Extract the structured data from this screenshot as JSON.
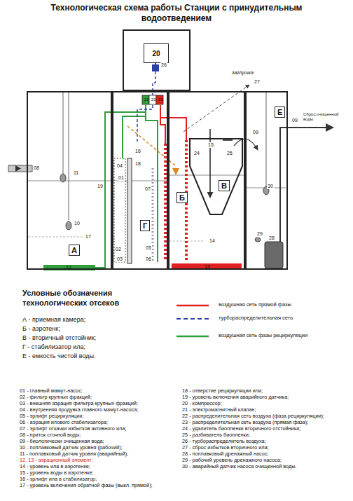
{
  "diagram": {
    "title": "Технологическая схема работы Станции с принудительным водоотведением",
    "nodes": [
      {
        "text": [
          "20"
        ]
      },
      {
        "text": [
          "А"
        ]
      },
      {
        "text": [
          "Г"
        ]
      },
      {
        "text": [
          "Б"
        ]
      },
      {
        "text": [
          "В"
        ],
        "in": 3
      },
      {
        "text": [
          "Е"
        ]
      }
    ],
    "labels": [
      "08",
      "11",
      "10",
      "17",
      "12",
      "04",
      "01",
      "02",
      "03",
      "16",
      "18",
      "07",
      "05",
      "06",
      "14",
      "13",
      "15",
      "24",
      "25",
      "19",
      "26",
      "22",
      "21",
      "23",
      "27",
      "заглушка",
      "09",
      "09",
      "Сброс очищенной воды",
      "30",
      "29",
      "28",
      "Условные обозначения технологических отсеков",
      "А - приемная камера;",
      "Б - аэротенк;",
      "В - вторичный отстойник;",
      "Г - стабилизатор ила;",
      "Е - емкость чистой воды.",
      "01 - главный мамут-насос;",
      "02 - фильтр крупных фракций;",
      "03 - внешняя аэрация фильтра крупных фракций;",
      "04 - внутренняя продувка главного мамут-насоса;",
      "05 - эрлифт рециркуляции;",
      "06 - аэрация илового стабилизатора;",
      "07 - эрлифт откачки избытков активного ила;",
      "08 - приток сточной воды;",
      "09 - биологически очищенная вода;",
      "10 - поплавковый датчик уровня (рабочий);",
      "11 - поплавковый датчик уровня (аварийный);",
      "12, 13 - аэрационный элемент;",
      "14 - уровень ила в аэротенке;",
      "15 - уровень воды в аэротенке;",
      "16 - эрлифт ила в стабилизатор;",
      "17 - уровень включения обратной фазы (выкл. прямой);",
      "18 - отверстие рециркуляции или;",
      "19 - уровень включения аварийного датчика;",
      "20 - компрессор;",
      "21 - электромагнитный клапан;",
      "22 - распределительная сеть воздуха (фаза рециркуляции);",
      "23 - распределительная сеть воздуха (прямая фаза);",
      "24 - удалитель биопленки вторичного отстойника;",
      "25 - разбиватель биопленки;",
      "26 - турбораспределитель воздуха;",
      "27 - сброс избытков вторичного ила;",
      "28 - поплавковый дренажный насос;",
      "29 - рабочий уровень дренажного насоса;",
      "30 - аварийный датчик насоса очищенной воды."
    ],
    "legend": [
      {
        "text": "воздушная сеть прямой фазы"
      },
      {
        "text": "турбораспределительная сеть"
      },
      {
        "text": "воздушная сеть фазы рециркуляции"
      }
    ]
  }
}
